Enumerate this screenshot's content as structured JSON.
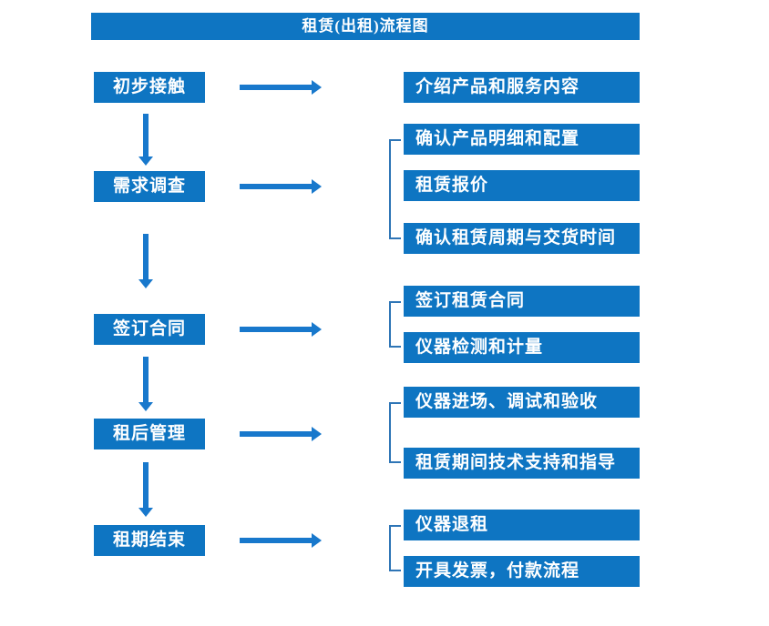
{
  "title": "租赁(出租)流程图",
  "colors": {
    "primary": "#0e75c2",
    "arrow": "#1878cc",
    "bracket": "#2e75b6",
    "text_on_blue": "#ffffff",
    "background": "#ffffff"
  },
  "stages": [
    {
      "label": "初步接触",
      "details": [
        "介绍产品和服务内容"
      ]
    },
    {
      "label": "需求调查",
      "details": [
        "确认产品明细和配置",
        "租赁报价",
        "确认租赁周期与交货时间"
      ]
    },
    {
      "label": "签订合同",
      "details": [
        "签订租赁合同",
        "仪器检测和计量"
      ]
    },
    {
      "label": "租后管理",
      "details": [
        "仪器进场、调试和验收",
        "租赁期间技术支持和指导"
      ]
    },
    {
      "label": "租期结束",
      "details": [
        "仪器退租",
        "开具发票，付款流程"
      ]
    }
  ]
}
